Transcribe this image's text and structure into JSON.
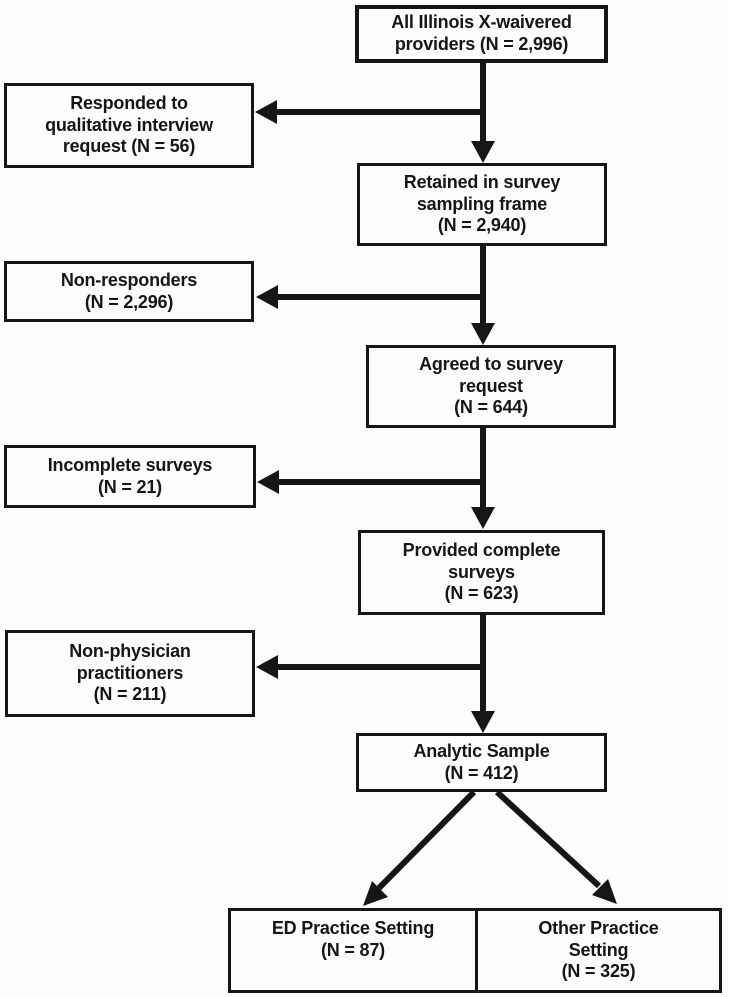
{
  "diagram": {
    "description": "Participant flow diagram",
    "colors": {
      "ink": "#161616",
      "paper": "#fdfdfc"
    },
    "nodes": {
      "all_providers": {
        "text": "All Illinois X-waivered\nproviders (N = 2,996)",
        "n": 2996
      },
      "responded_interview": {
        "text": "Responded to\nqualitative interview\nrequest (N = 56)",
        "n": 56
      },
      "retained_frame": {
        "text": "Retained in survey\nsampling frame\n(N = 2,940)",
        "n": 2940
      },
      "non_responders": {
        "text": "Non-responders\n(N = 2,296)",
        "n": 2296
      },
      "agreed_survey": {
        "text": "Agreed to survey\nrequest\n(N = 644)",
        "n": 644
      },
      "incomplete_surveys": {
        "text": "Incomplete surveys\n(N = 21)",
        "n": 21
      },
      "provided_complete": {
        "text": "Provided complete\nsurveys\n(N = 623)",
        "n": 623
      },
      "non_physician": {
        "text": "Non-physician\npractitioners\n(N = 211)",
        "n": 211
      },
      "analytic_sample": {
        "text": "Analytic Sample\n(N = 412)",
        "n": 412
      },
      "ed_setting": {
        "text": "ED Practice Setting\n(N = 87)",
        "n": 87
      },
      "other_setting": {
        "text": "Other Practice\nSetting\n(N = 325)",
        "n": 325
      }
    }
  }
}
